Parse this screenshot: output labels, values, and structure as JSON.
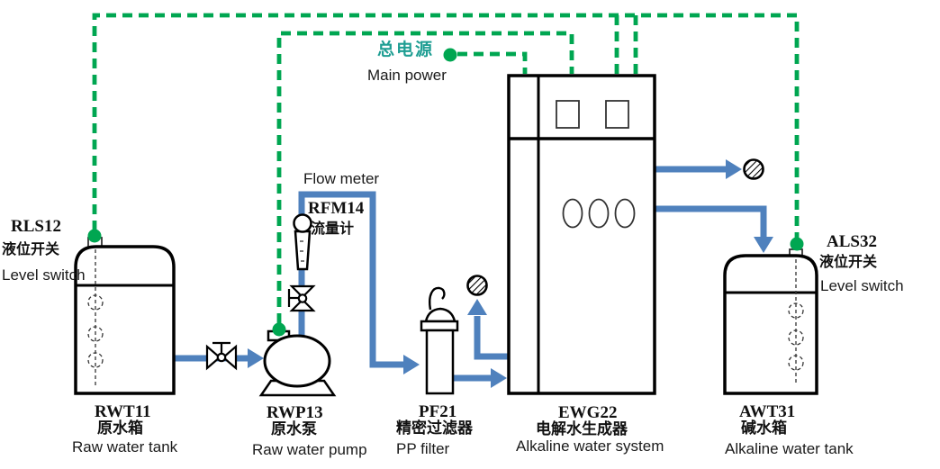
{
  "colors": {
    "control_wire_green": "#00A651",
    "pipe_blue": "#4F81BD",
    "power_label_teal": "#1F9E93",
    "equipment_line_black": "#000000"
  },
  "power": {
    "zh": "总电源",
    "en": "Main power"
  },
  "flow_meter_note": "Flow meter",
  "components": {
    "rls12": {
      "code": "RLS12",
      "zh": "液位开关",
      "en": "Level switch"
    },
    "rwt11": {
      "code": "RWT11",
      "zh": "原水箱",
      "en": "Raw water tank"
    },
    "rwp13": {
      "code": "RWP13",
      "zh": "原水泵",
      "en": "Raw water pump"
    },
    "rfm14": {
      "code": "RFM14",
      "zh": "流量计"
    },
    "pf21": {
      "code": "PF21",
      "zh": "精密过滤器",
      "en": "PP filter"
    },
    "ewg22": {
      "code": "EWG22",
      "zh": "电解水生成器",
      "en": "Alkaline water system"
    },
    "awt31": {
      "code": "AWT31",
      "zh": "碱水箱",
      "en": "Alkaline water tank"
    },
    "als32": {
      "code": "ALS32",
      "zh": "液位开关",
      "en": "Level switch"
    }
  }
}
